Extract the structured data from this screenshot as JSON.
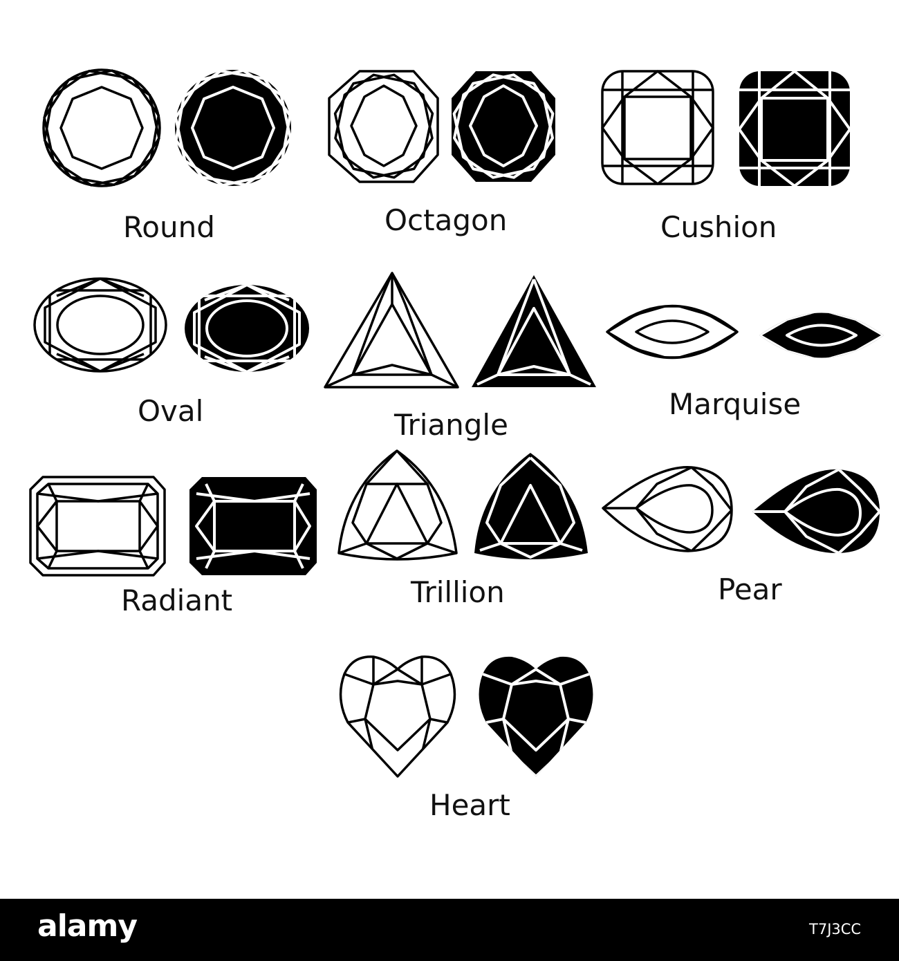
{
  "labels": {
    "round": "Round",
    "octagon": "Octagon",
    "cushion": "Cushion",
    "oval": "Oval",
    "triangle": "Triangle",
    "marquise": "Marquise",
    "radiant": "Radiant",
    "trillion": "Trillion",
    "pear": "Pear",
    "heart": "Heart"
  },
  "footer": {
    "brand": "alamy",
    "code": "T7J3CC"
  },
  "colors": {
    "background": "#ffffff",
    "stroke": "#000000",
    "fill_dark": "#000000",
    "footer_bg": "#000000",
    "footer_text": "#ffffff"
  }
}
